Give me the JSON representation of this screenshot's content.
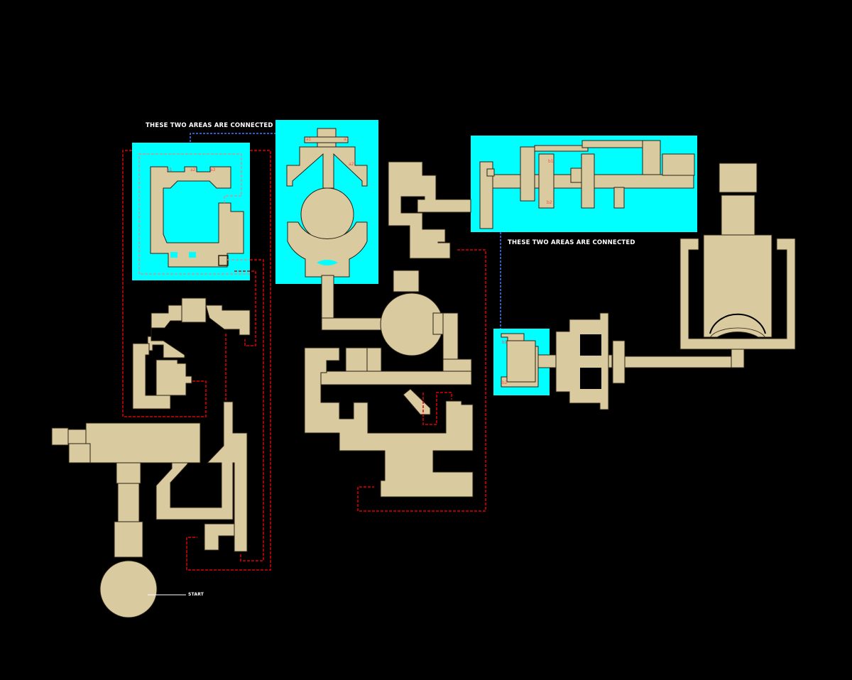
{
  "map": {
    "connection_note_1": "THESE TWO AREAS ARE CONNECTED",
    "connection_note_2": "THESE TWO AREAS ARE CONNECTED",
    "start_label": "START",
    "area_a_tags": [
      "a1",
      "a2",
      "a3"
    ],
    "area_a_link_tags": [
      "a1",
      "a3",
      "a2"
    ],
    "area_b_tags": [
      "b1",
      "b2"
    ],
    "area_b_link_tags": [
      "b1",
      "b2"
    ]
  },
  "colors": {
    "background": "#000000",
    "floor": "#d9ca9f",
    "highlight": "#00ffff",
    "secret_path": "#e00000",
    "connection_line": "#3a7bff"
  }
}
